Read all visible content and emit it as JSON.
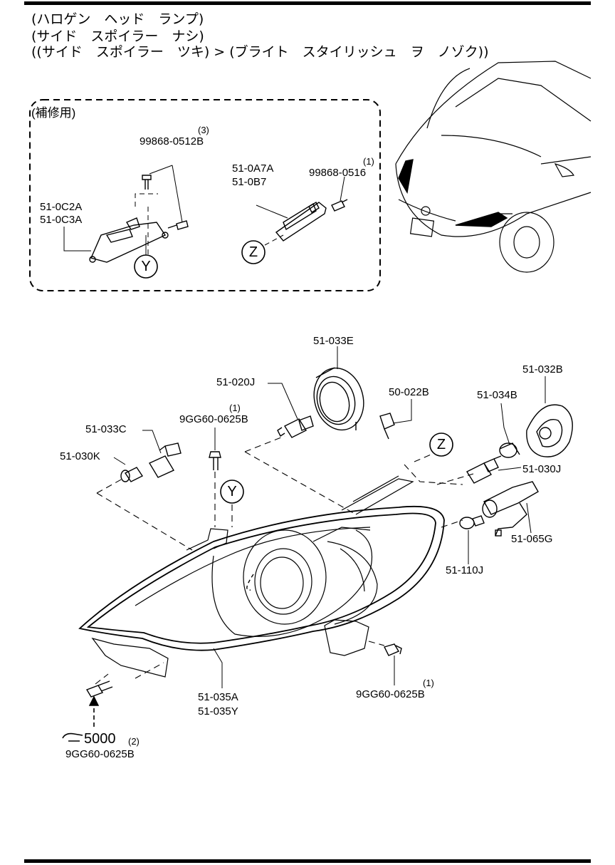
{
  "header": {
    "line1": "(ハロゲン　ヘッド　ランプ)",
    "line2": "(サイド　スポイラー　ナシ)",
    "line3": "((サイド　スポイラー　ツキ) > (ブライト　スタイリッシュ　ヲ　ノゾク))"
  },
  "repair_box": {
    "title": "(補修用)"
  },
  "callouts": {
    "y": "Y",
    "z": "Z"
  },
  "parts": {
    "p99868_0512B": "99868-0512B",
    "q99868_0512B": "(3)",
    "p510C2A": "51-0C2A",
    "p510C3A": "51-0C3A",
    "p510A7A": "51-0A7A",
    "p510B7": "51-0B7",
    "p99868_0516": "99868-0516",
    "q99868_0516": "(1)",
    "p51033E": "51-033E",
    "p51020J": "51-020J",
    "p50022B": "50-022B",
    "p51032B": "51-032B",
    "p51033C": "51-033C",
    "p9GG60_top": "9GG60-0625B",
    "q9GG60_top": "(1)",
    "p51034B": "51-034B",
    "p51030K": "51-030K",
    "p51030J": "51-030J",
    "p51065G": "51-065G",
    "p51110J": "51-110J",
    "p51035A": "51-035A",
    "p51035Y": "51-035Y",
    "p9GG60_bottom": "9GG60-0625B",
    "q9GG60_bottom": "(1)"
  },
  "reference": {
    "code": "5000",
    "qty": "(2)",
    "part": "9GG60-0625B"
  }
}
